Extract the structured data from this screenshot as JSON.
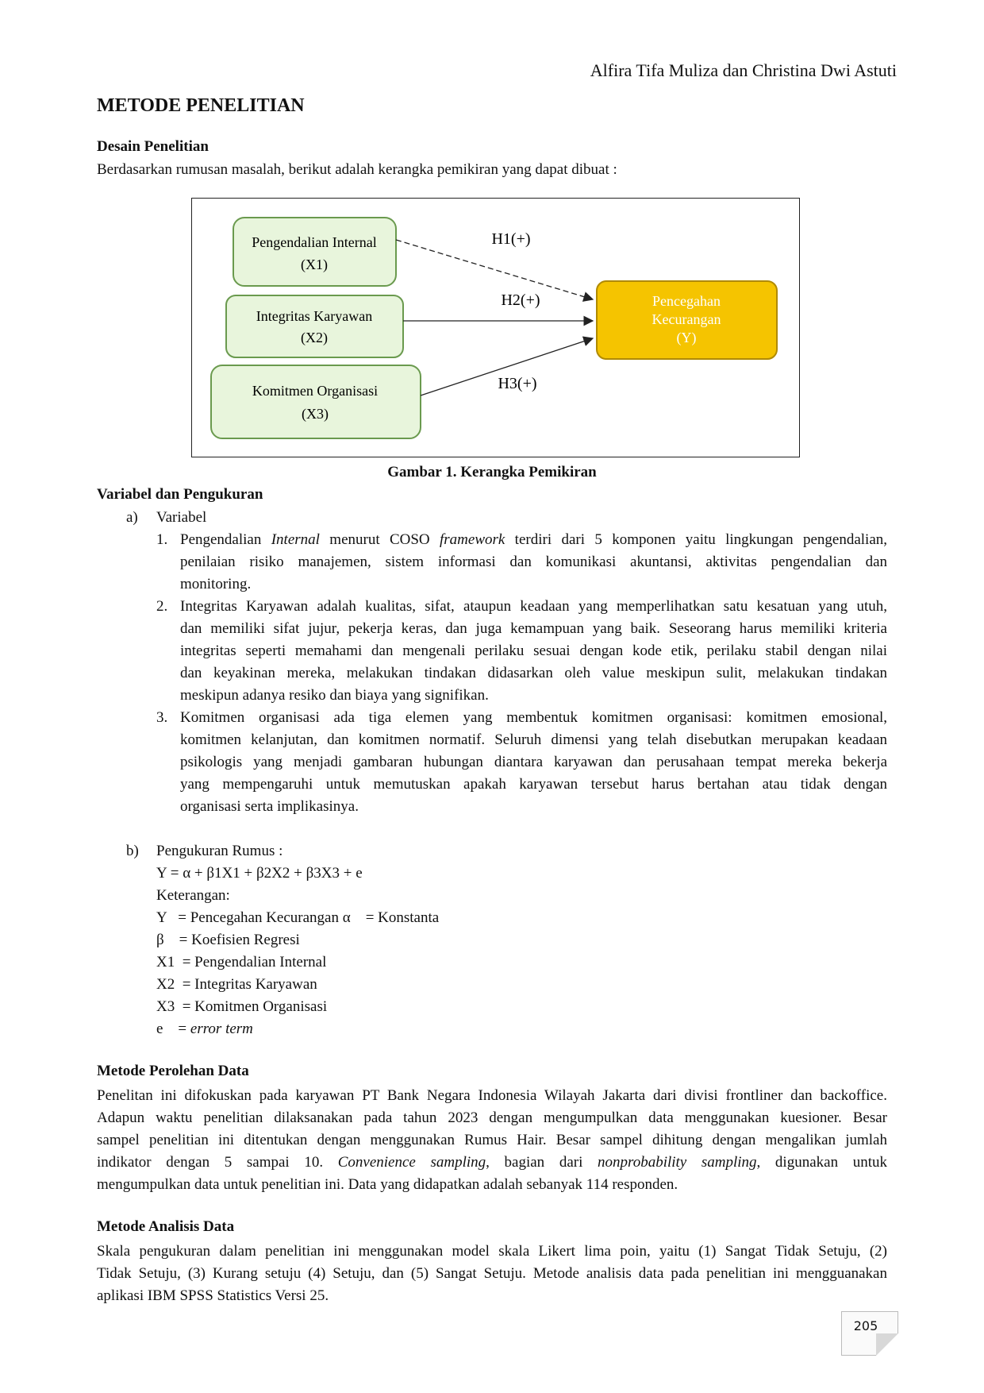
{
  "header": {
    "authors": "Alfira Tifa Muliza dan Christina Dwi Astuti"
  },
  "title": "METODE PENELITIAN",
  "desain": {
    "heading": "Desain Penelitian",
    "intro": "Berdasarkan rumusan masalah, berikut adalah kerangka pemikiran yang dapat dibuat :"
  },
  "figure": {
    "x1_name": "Pengendalian Internal",
    "x1_code": "(X1)",
    "x2_name": "Integritas Karyawan",
    "x2_code": "(X2)",
    "x3_name": "Komitmen Organisasi",
    "x3_code": "(X3)",
    "y_line1": "Pencegahan",
    "y_line2": "Kecurangan",
    "y_code": "(Y)",
    "h1": "H1(+)",
    "h2": "H2(+)",
    "h3": "H3(+)",
    "caption": "Gambar 1. Kerangka Pemikiran",
    "colors": {
      "green_fill": "#e8f5dc",
      "green_border": "#6a9a4e",
      "y_fill": "#f5c400",
      "y_border": "#b08a00"
    }
  },
  "variabel": {
    "heading": "Variabel dan Pengukuran",
    "a_label": "a)",
    "a_text": "Variabel",
    "items": [
      {
        "num": "1.",
        "l1_a": "Pengendalian ",
        "l1_i1": "Internal",
        "l1_b": " menurut COSO ",
        "l1_i2": "framework",
        "l1_c": " terdiri dari 5 komponen yaitu lingkungan pengendalian,",
        "l2": "penilaian risiko manajemen, sistem informasi dan komunikasi akuntansi, aktivitas pengendalian dan",
        "l3": "monitoring."
      },
      {
        "num": "2.",
        "l1": "Integritas Karyawan adalah kualitas, sifat, ataupun keadaan yang memperlihatkan satu kesatuan yang utuh,",
        "l2": "dan memiliki sifat jujur, pekerja keras, dan juga kemampuan yang baik. Seseorang harus memiliki kriteria",
        "l3": "integritas seperti memahami dan mengenali perilaku sesuai dengan kode etik, perilaku stabil dengan nilai",
        "l4": "dan keyakinan mereka, melakukan tindakan didasarkan oleh value meskipun sulit, melakukan tindakan",
        "l5": "meskipun adanya resiko dan biaya yang signifikan."
      },
      {
        "num": "3.",
        "l1": "Komitmen organisasi ada tiga elemen yang membentuk komitmen organisasi: komitmen emosional,",
        "l2": "komitmen kelanjutan, dan komitmen normatif. Seluruh dimensi yang telah disebutkan merupakan keadaan",
        "l3": "psikologis yang menjadi gambaran hubungan diantara karyawan dan perusahaan tempat mereka bekerja",
        "l4": "yang mempengaruhi untuk memutuskan apakah karyawan tersebut harus bertahan atau tidak dengan",
        "l5": "organisasi serta implikasinya."
      }
    ],
    "b_label": "b)",
    "b_text": "Pengukuran Rumus :",
    "formula": "Y = α + β1X1 + β2X2 + β3X3 + e",
    "keterangan": "Keterangan:",
    "legend": {
      "y": "Y   = Pencegahan Kecurangan α    = Konstanta",
      "beta": "β    = Koefisien Regresi",
      "x1": "X1  = Pengendalian Internal",
      "x2": "X2  = Integritas Karyawan",
      "x3": "X3  = Komitmen Organisasi",
      "e_sym": "e    = ",
      "e_text": "error term"
    }
  },
  "perolehan": {
    "heading": "Metode Perolehan Data",
    "l1": "Penelitan ini difokuskan pada karyawan PT Bank Negara Indonesia Wilayah Jakarta dari divisi frontliner dan backoffice.",
    "l2": "Adapun waktu penelitian dilaksanakan pada tahun 2023 dengan mengumpulkan data menggunakan kuesioner. Besar",
    "l3": "sampel penelitian ini ditentukan dengan menggunakan Rumus Hair. Besar sampel dihitung dengan mengalikan jumlah",
    "l4_a": "indikator dengan 5 sampai 10. ",
    "l4_i1": "Convenience sampling",
    "l4_b": ", bagian dari ",
    "l4_i2": "nonprobability sampling",
    "l4_c": ", digunakan untuk",
    "l5": "mengumpulkan data untuk penelitian ini. Data yang didapatkan adalah sebanyak 114 responden."
  },
  "analisis": {
    "heading": "Metode Analisis Data",
    "l1": "Skala pengukuran dalam penelitian ini menggunakan model skala Likert lima poin, yaitu (1) Sangat Tidak Setuju, (2)",
    "l2": "Tidak Setuju, (3) Kurang setuju (4) Setuju, dan (5) Sangat Setuju. Metode analisis data pada penelitian ini mengguanakan",
    "l3": "aplikasi IBM SPSS Statistics Versi 25."
  },
  "page_number": "205"
}
